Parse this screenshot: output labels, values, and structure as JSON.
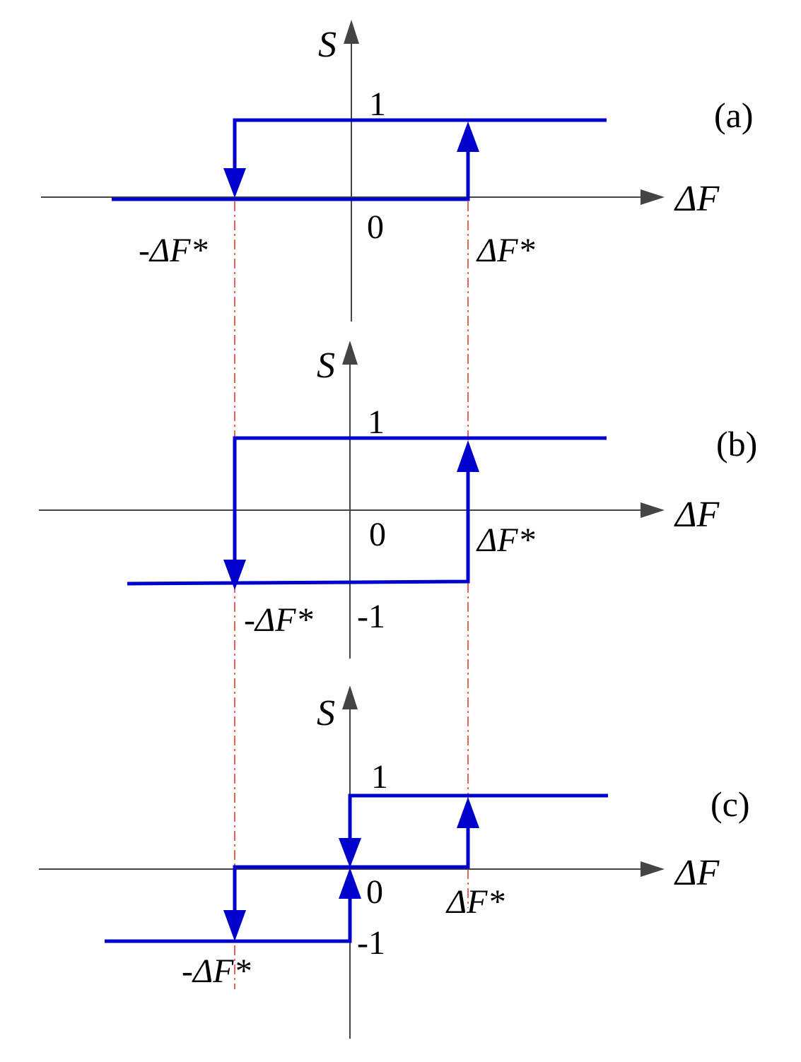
{
  "colors": {
    "curve": "#0000cc",
    "axis": "#444444",
    "guide": "#e0301e",
    "text": "#000000"
  },
  "panels": [
    {
      "panel_label": "(a)",
      "y_axis_label": "S",
      "x_axis_label": "ΔF",
      "labels": {
        "one": "1",
        "zero": "0",
        "neg_one": "",
        "neg_threshold": "-ΔF*",
        "pos_threshold": "ΔF*"
      }
    },
    {
      "panel_label": "(b)",
      "y_axis_label": "S",
      "x_axis_label": "ΔF",
      "labels": {
        "one": "1",
        "zero": "0",
        "neg_one": "-1",
        "neg_threshold": "-ΔF*",
        "pos_threshold": "ΔF*"
      }
    },
    {
      "panel_label": "(c)",
      "y_axis_label": "S",
      "x_axis_label": "ΔF",
      "labels": {
        "one": "1",
        "zero": "0",
        "neg_one": "-1",
        "neg_threshold": "-ΔF*",
        "pos_threshold": "ΔF*"
      }
    }
  ]
}
